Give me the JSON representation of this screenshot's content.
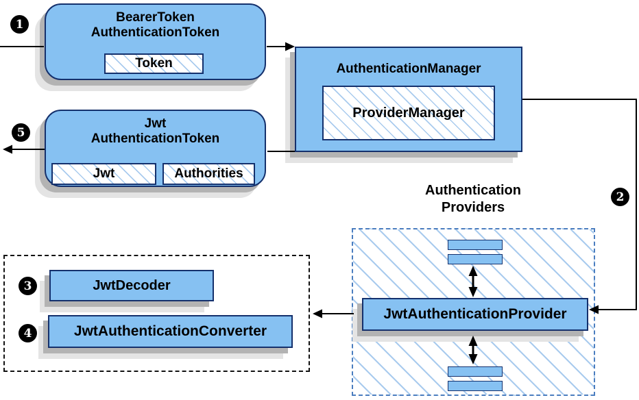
{
  "colors": {
    "node_fill": "#86c1f2",
    "node_border": "#14306c",
    "hatch_line": "#a9cbee",
    "providers_border": "#4a7dbf",
    "resolver_border": "#111111",
    "shadow_dark": "#b3b3b3",
    "shadow_light": "#e4e4e4",
    "arrow_color": "#000000",
    "badge_bg": "#000000",
    "badge_text": "#ffffff"
  },
  "nodes": {
    "bearer": {
      "title": "BearerToken\nAuthenticationToken",
      "token_field": "Token"
    },
    "manager": {
      "title": "AuthenticationManager",
      "provider_manager_field": "ProviderManager"
    },
    "jwt_token": {
      "title": "Jwt\nAuthenticationToken",
      "jwt_field": "Jwt",
      "authorities_field": "Authorities"
    },
    "providers": {
      "group_label": "Authentication\nProviders",
      "provider": "JwtAuthenticationProvider"
    },
    "resolvers": {
      "decoder": "JwtDecoder",
      "converter": "JwtAuthenticationConverter"
    }
  },
  "steps": {
    "s1": "1",
    "s2": "2",
    "s3": "3",
    "s4": "4",
    "s5": "5"
  }
}
